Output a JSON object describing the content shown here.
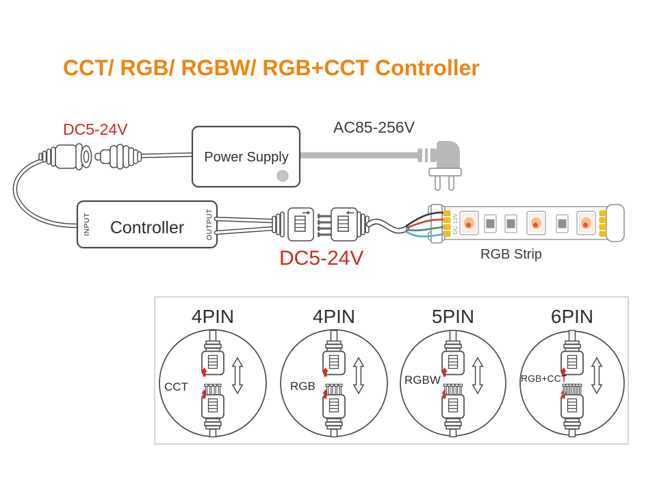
{
  "title": "CCT/ RGB/ RGBW/ RGB+CCT Controller",
  "diagram": {
    "dc_input_label": "DC5-24V",
    "ac_input_label": "AC85-256V",
    "power_supply_label": "Power Supply",
    "controller_label": "Controller",
    "controller_input_label": "INPUT",
    "controller_output_label": "OUTPUT",
    "dc_output_label": "DC5-24V",
    "strip_label": "RGB Strip",
    "strip_print": "DC 12V"
  },
  "pin_options": [
    {
      "pins": "4PIN",
      "type": "CCT"
    },
    {
      "pins": "4PIN",
      "type": "RGB"
    },
    {
      "pins": "5PIN",
      "type": "RGBW"
    },
    {
      "pins": "6PIN",
      "type": "RGB+CCT"
    }
  ],
  "colors": {
    "title_orange": "#EE8411",
    "voltage_red": "#CC2A20",
    "text_dark": "#3B3B3B",
    "outline_gray": "#4A4A4A",
    "cable_gray": "#B8B8B8",
    "panel_border": "#CCCCCC",
    "pad_yellow": "#F0C11E",
    "wire_black": "#3A3A3A",
    "wire_red": "#C3473F",
    "wire_green": "#3D8E72",
    "wire_blue": "#5AA7D8",
    "marker_red": "#D42A22"
  }
}
